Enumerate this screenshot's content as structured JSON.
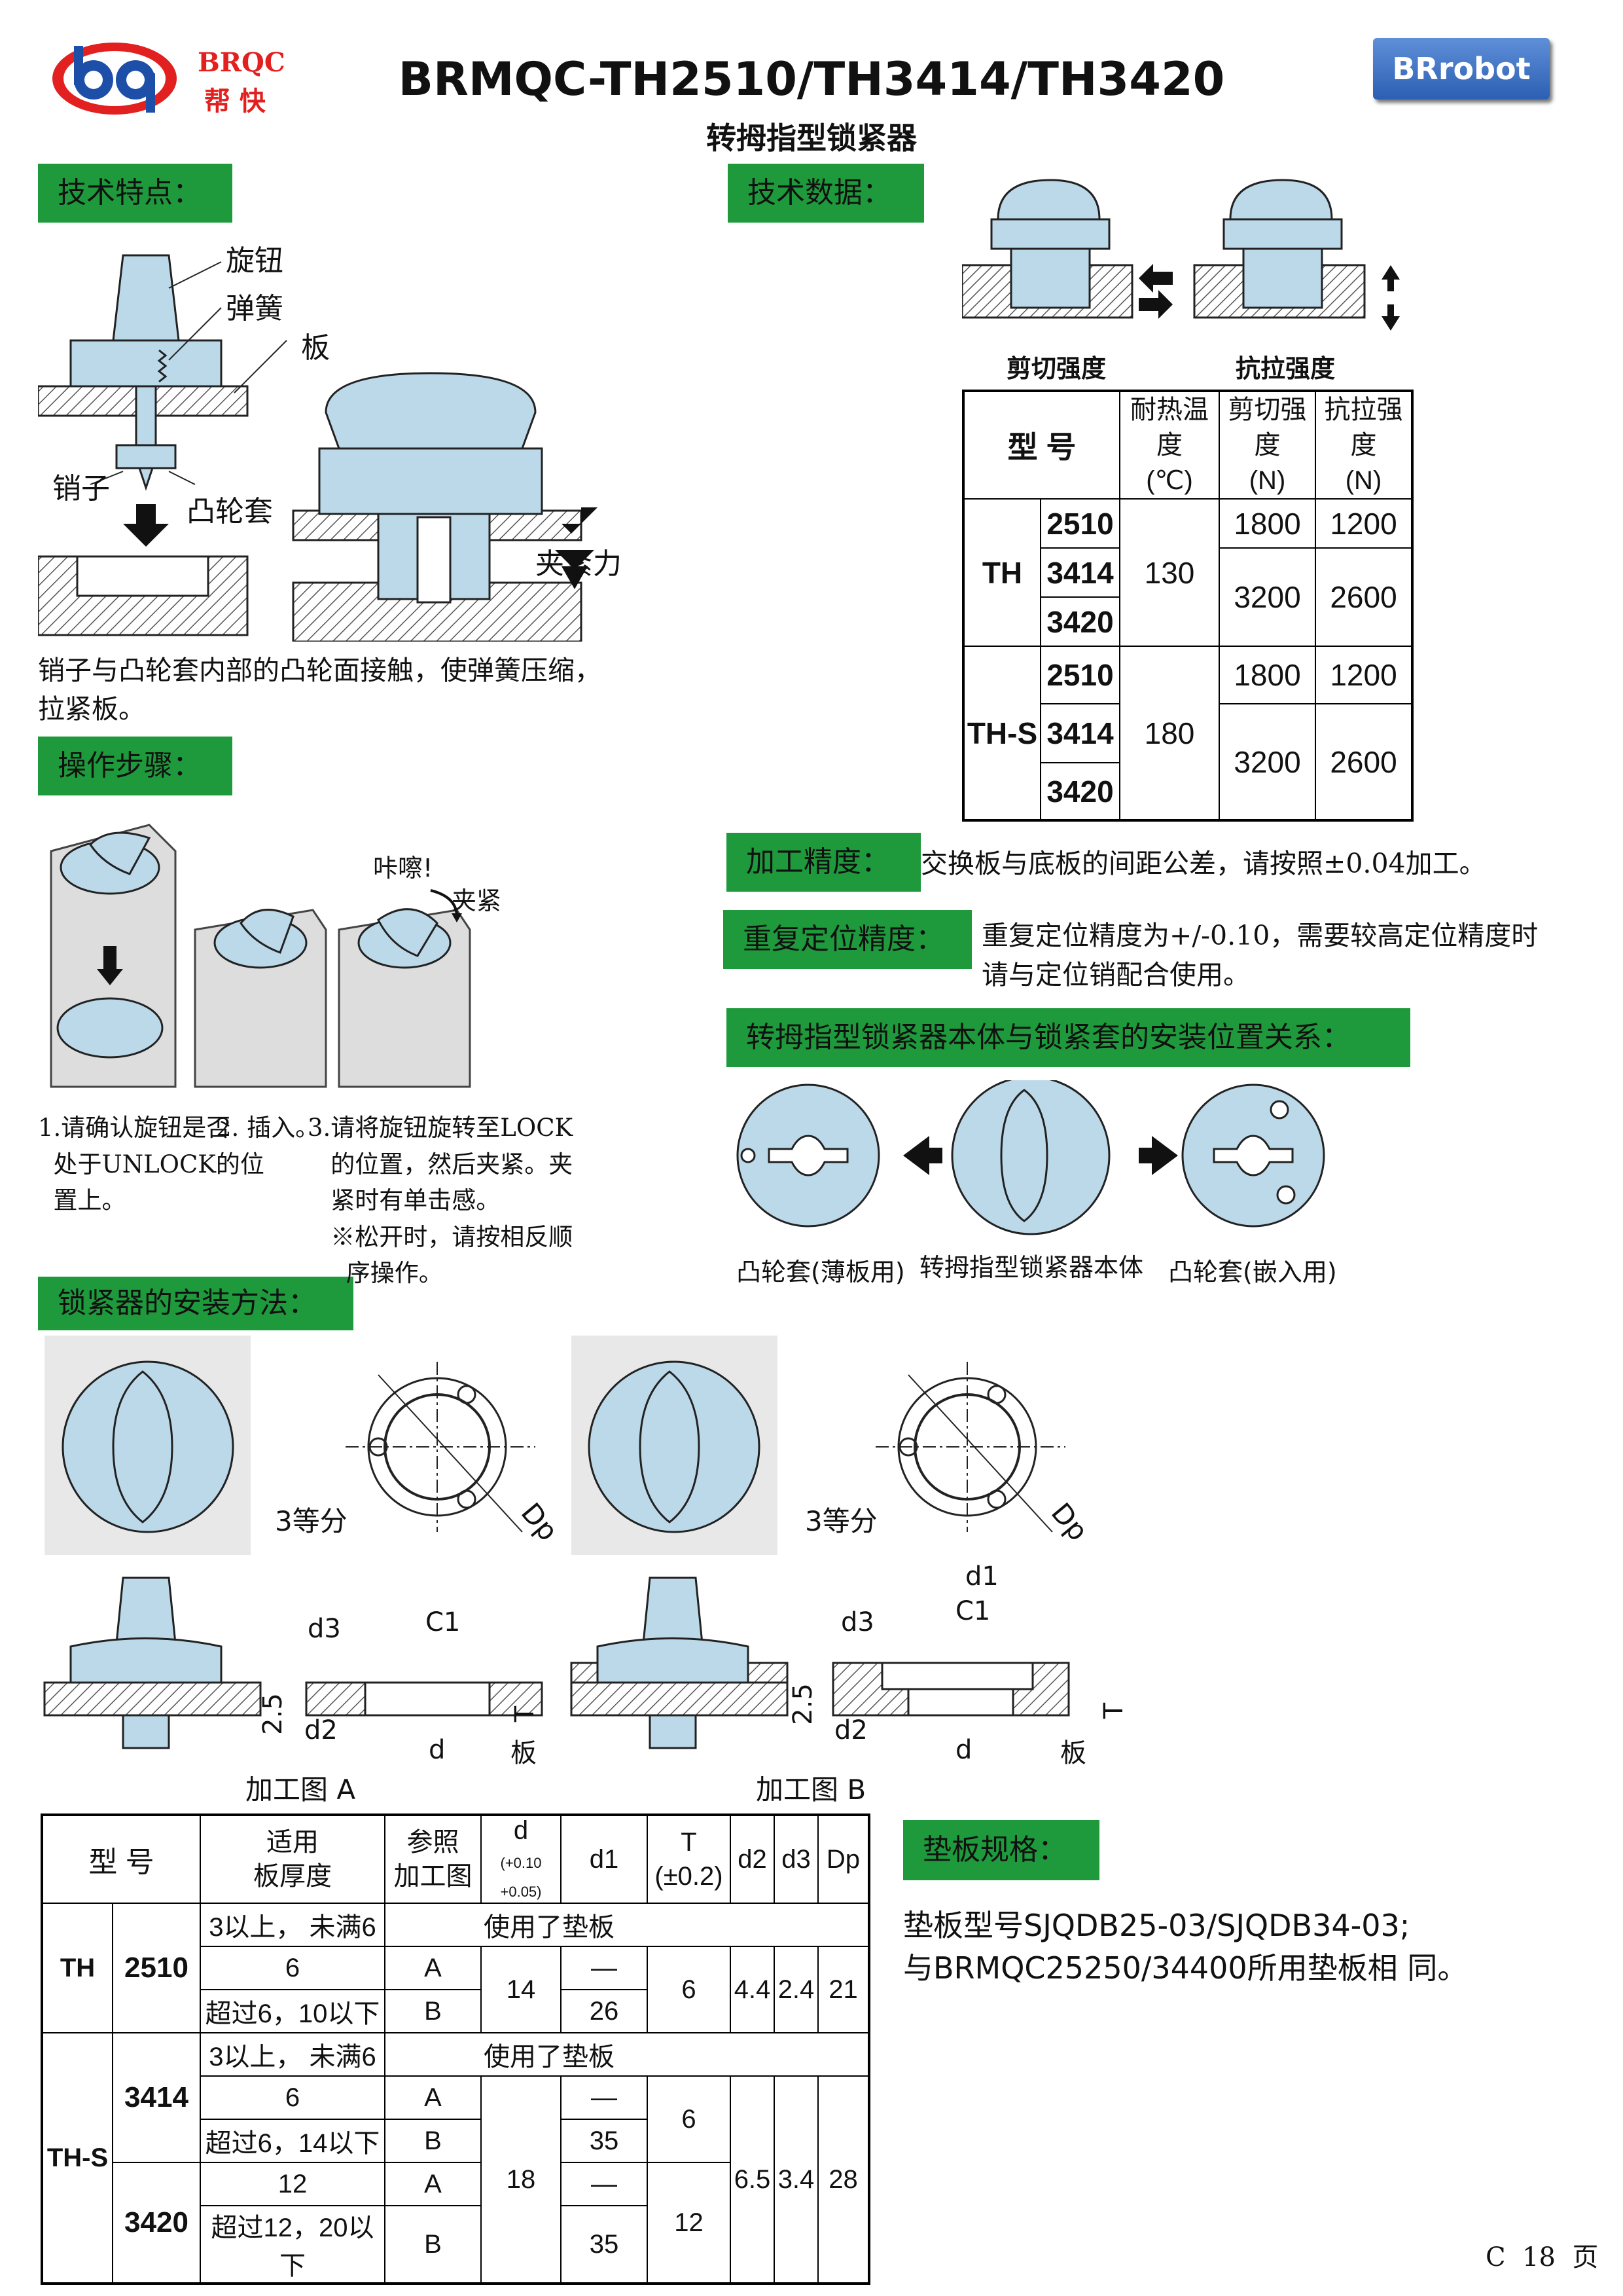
{
  "header": {
    "brand_en": "BRQC",
    "brand_cn": "帮 快",
    "title": "BRMQC-TH2510/TH3414/TH3420",
    "subtitle": "转拇指型锁紧器",
    "badge": "BRrobot"
  },
  "sections": {
    "features": "技术特点：",
    "data": "技术数据：",
    "steps": "操作步骤：",
    "precision": "加工精度：",
    "repeat": "重复定位精度：",
    "relation": "转拇指型锁紧器本体与锁紧套的安装位置关系：",
    "install": "锁紧器的安装方法：",
    "shim": "垫板规格："
  },
  "features": {
    "labels": [
      "旋钮",
      "弹簧",
      "板",
      "销子",
      "凸轮套",
      "夹紧力"
    ],
    "description": "销子与凸轮套内部的凸轮面接触，使弹簧压缩，拉紧板。"
  },
  "tech_data": {
    "diagram_labels": [
      "剪切强度",
      "抗拉强度"
    ],
    "headers": [
      "型 号",
      "耐热温度",
      "(℃)",
      "剪切强度",
      "(N)",
      "抗拉强度",
      "(N)"
    ],
    "groups": [
      {
        "type": "TH",
        "temp": "130",
        "rows": [
          {
            "model": "2510",
            "shear": "1800",
            "tensile": "1200"
          },
          {
            "model": "3414",
            "shear": "3200",
            "tensile": "2600"
          },
          {
            "model": "3420"
          }
        ]
      },
      {
        "type": "TH-S",
        "temp": "180",
        "rows": [
          {
            "model": "2510",
            "shear": "1800",
            "tensile": "1200"
          },
          {
            "model": "3414",
            "shear": "3200",
            "tensile": "2600"
          },
          {
            "model": "3420"
          }
        ]
      }
    ]
  },
  "precision_text": "交换板与底板的间距公差，请按照±0.04加工。",
  "repeat_text_1": "重复定位精度为+/-0.10，需要较高定位精度时",
  "repeat_text_2": "请与定位销配合使用。",
  "steps": {
    "click": "咔嚓!",
    "clamp": "夹紧",
    "s1": "1.请确认旋钮是否\n  处于UNLOCK的位\n  置上。",
    "s2": "2. 插入。",
    "s3": "3.请将旋钮旋转至LOCK\n   的位置，然后夹紧。夹\n   紧时有单击感。\n   ※松开时，请按相反顺\n     序操作。"
  },
  "relation_labels": [
    "凸轮套(薄板用)",
    "转拇指型锁紧器本体",
    "凸轮套(嵌入用)"
  ],
  "install": {
    "three_equal": "3等分",
    "dp": "Dp",
    "drawing_a": "加工图 A",
    "drawing_b": "加工图 B",
    "plate": "板",
    "dims": [
      "d3",
      "C1",
      "2.5",
      "d2",
      "d",
      "T",
      "d1"
    ]
  },
  "install_table": {
    "headers": [
      "型 号",
      "适用\n板厚度",
      "参照\n加工图",
      "d",
      "(+0.10\n+0.05)",
      "d1",
      "T",
      "(±0.2)",
      "d2",
      "d3",
      "Dp"
    ],
    "use_shim": "使用了垫板",
    "type_th": "TH",
    "type_ths": "TH-S",
    "m2510": "2510",
    "m3414": "3414",
    "m3420": "3420",
    "t_3_6": "3以上，  未满6",
    "t_6": "6",
    "t_6_10": "超过6，10以下",
    "t_6_14": "超过6，14以下",
    "t_12": "12",
    "t_12_20": "超过12，20以下",
    "ref_a": "A",
    "ref_b": "B",
    "d_14": "14",
    "d_18": "18",
    "dash": "—",
    "d1_26": "26",
    "d1_35": "35",
    "T_6": "6",
    "T_12": "12",
    "d2_44": "4.4",
    "d3_24": "2.4",
    "dp_21": "21",
    "d2_65": "6.5",
    "d3_34": "3.4",
    "dp_28": "28"
  },
  "shim_text_1": "垫板型号SJQDB25-03/SJQDB34-03;",
  "shim_text_2": "与BRMQC25250/34400所用垫板相 同。",
  "page_number": "C  18  页",
  "colors": {
    "green": "#1e9a3c",
    "part_fill": "#bcd9ea",
    "brand_red": "#e2201f",
    "brand_blue": "#1d4fa8"
  }
}
